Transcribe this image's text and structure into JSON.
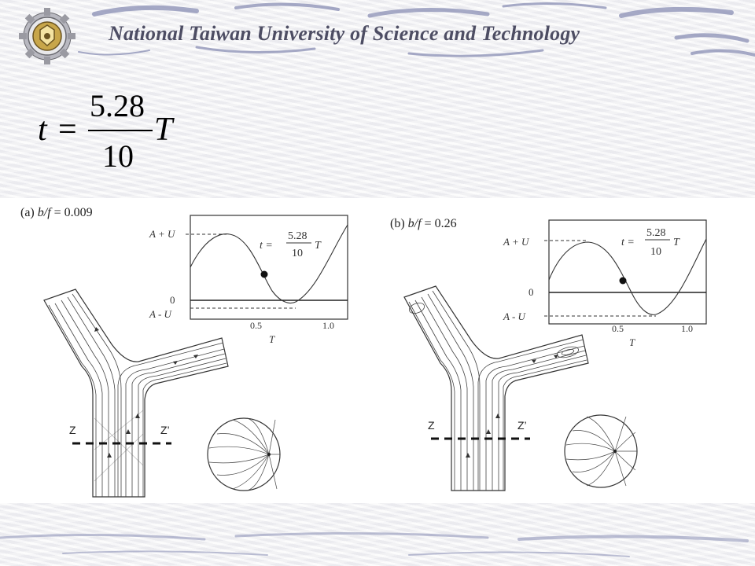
{
  "header": {
    "title": "National Taiwan University of Science and Technology"
  },
  "formula": {
    "lhs": "t",
    "equals": "=",
    "numerator": "5.28",
    "denominator": "10",
    "variable": "T"
  },
  "panels": [
    {
      "label_prefix": "(a) ",
      "label_var": "b/f",
      "label_suffix": " = 0.009",
      "y_upper": "A + U",
      "y_zero": "0",
      "y_lower": "A - U",
      "x_tick_1": "0.5",
      "x_tick_2": "1.0",
      "x_axis": "T",
      "t_lhs": "t =",
      "t_num": "5.28",
      "t_den": "10",
      "t_var": "T",
      "section_left": "Z",
      "section_right": "Z’"
    },
    {
      "label_prefix": "(b) ",
      "label_var": "b/f",
      "label_suffix": " = 0.26",
      "y_upper": "A + U",
      "y_zero": "0",
      "y_lower": "A - U",
      "x_tick_1": "0.5",
      "x_tick_2": "1.0",
      "x_axis": "T",
      "t_lhs": "t =",
      "t_num": "5.28",
      "t_den": "10",
      "t_var": "T",
      "section_left": "Z",
      "section_right": "Z’"
    }
  ],
  "icons": {
    "logo": "university-gear-logo"
  },
  "colors": {
    "title": "#4d4d63",
    "swirl": "#7d82a8"
  }
}
